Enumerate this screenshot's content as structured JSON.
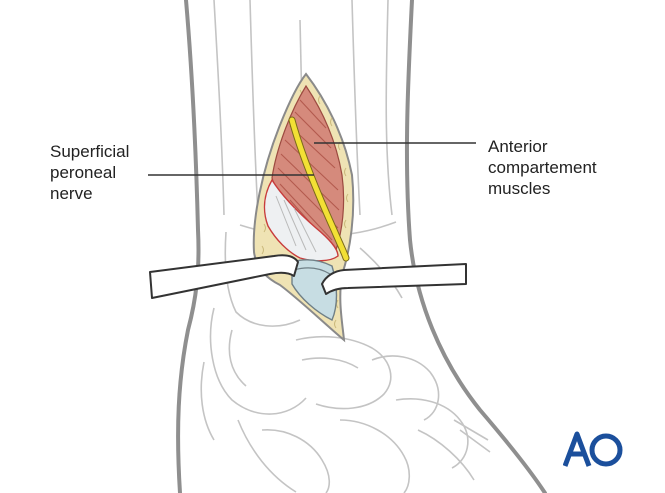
{
  "labels": {
    "nerve": [
      "Superficial",
      "peroneal",
      "nerve"
    ],
    "muscles": [
      "Anterior",
      "compartement",
      "muscles"
    ]
  },
  "logo": {
    "text": "AO",
    "color": "#1b4f9c"
  },
  "colors": {
    "outline": "#8a8a8a",
    "bone_line": "#b8b8b8",
    "muscle": "#d4877a",
    "muscle_stripe": "#b9574b",
    "nerve": "#f2e035",
    "fat": "#efe3b4",
    "capsule": "#c9dde3",
    "retractor": "#ffffff",
    "leader": "#333333"
  }
}
